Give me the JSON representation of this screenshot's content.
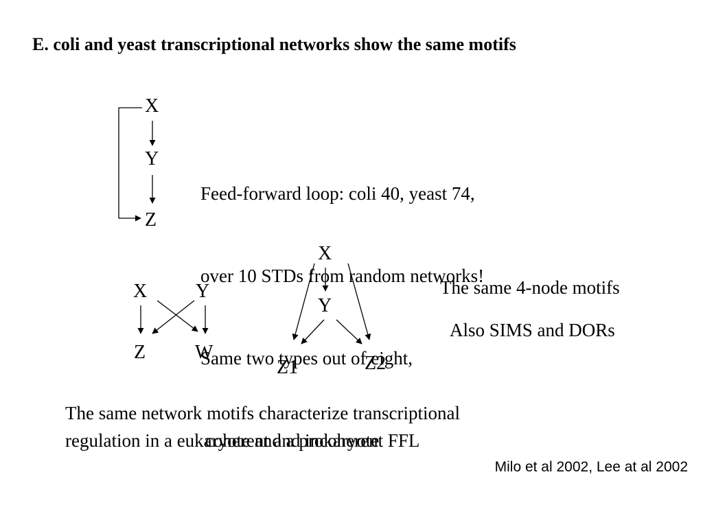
{
  "title": "E. coli and yeast transcriptional networks show the same motifs",
  "ffl": {
    "nodes": {
      "x": "X",
      "y": "Y",
      "z": "Z"
    },
    "description": [
      "Feed-forward loop: coli 40, yeast 74,",
      "over 10 STDs from random networks!",
      "Same two types out of eight,",
      " coherent and incoherent FFL"
    ]
  },
  "motif_4node_cross": {
    "x": "X",
    "y": "Y",
    "z": "Z",
    "w": "W"
  },
  "motif_fan": {
    "x": "X",
    "y": "Y",
    "z1": "Z1",
    "z2": "Z2"
  },
  "side_notes": {
    "line1": "The same 4-node motifs",
    "line2": "Also SIMS and DORs"
  },
  "conclusion": [
    "The same network motifs characterize transcriptional",
    "regulation in a eukaryote and a prokaryote"
  ],
  "citation": "Milo et al 2002, Lee at al 2002"
}
